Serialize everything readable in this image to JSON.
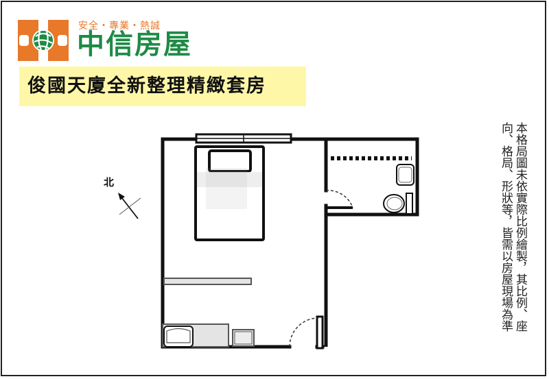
{
  "logo": {
    "slogan": "安全・專業・熱誠",
    "brand_name": "中信房屋",
    "colors": {
      "orange": "#e8782a",
      "green": "#1e8b45"
    }
  },
  "title_banner": {
    "text": "俊國天廈全新整理精緻套房",
    "background": "#fff7a8"
  },
  "compass": {
    "label": "北",
    "direction": "north-west"
  },
  "disclaimer": {
    "column_1": "本格局圖未依實際比例繪製，其比例、座",
    "column_2": "向、格局、形狀等，皆需以房屋現場為準"
  },
  "floor_plan": {
    "rooms": [
      {
        "name": "main-room",
        "furniture": [
          "double-bed",
          "long-shelf",
          "kitchen-counter-with-sink",
          "small-cabinet"
        ]
      },
      {
        "name": "bathroom",
        "fixtures": [
          "towel-rail",
          "washbasin",
          "toilet"
        ]
      }
    ],
    "doors": [
      "bathroom-door",
      "entrance-door"
    ],
    "windows": [
      "top-window"
    ]
  }
}
